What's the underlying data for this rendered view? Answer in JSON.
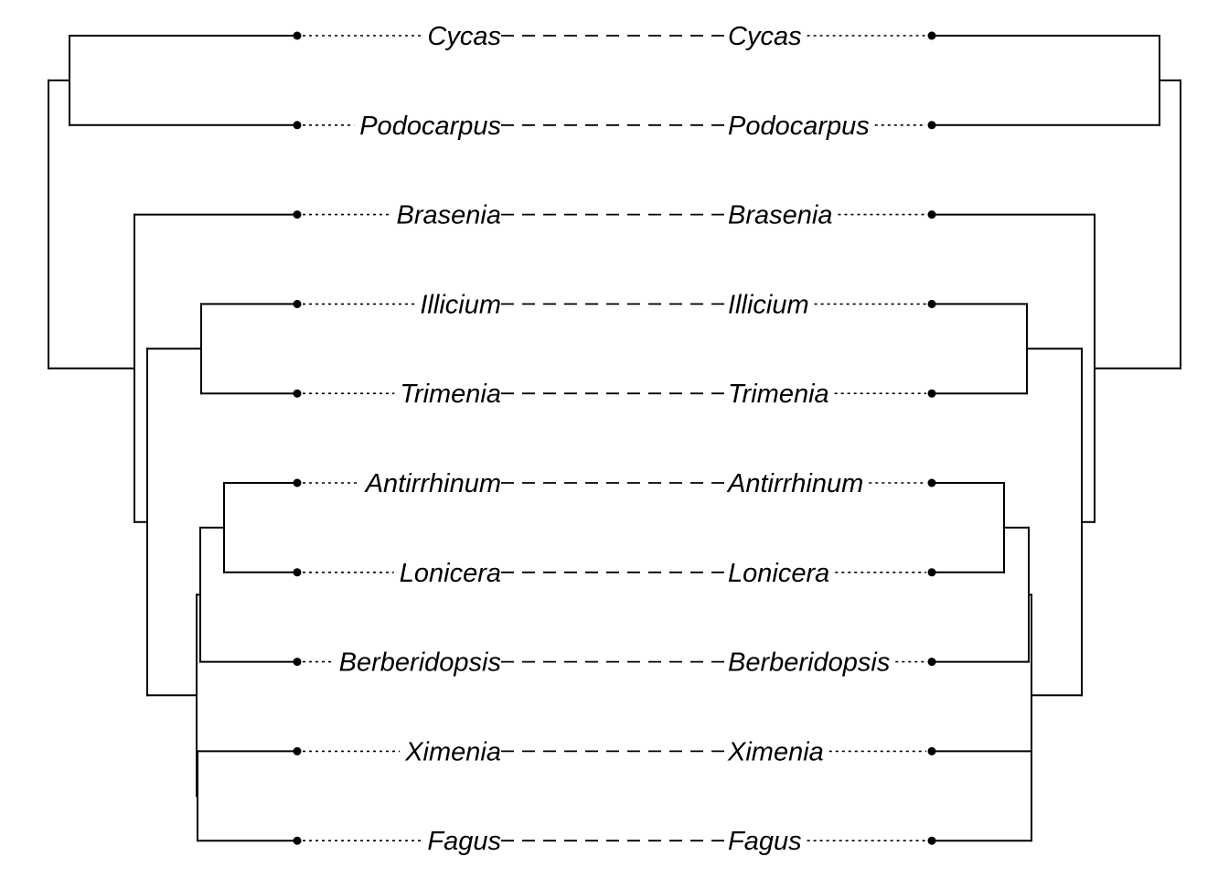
{
  "diagram": {
    "type": "tanglegram",
    "taxa": [
      "Cycas",
      "Podocarpus",
      "Brasenia",
      "Illicium",
      "Trimenia",
      "Antirrhinum",
      "Lonicera",
      "Berberidopsis",
      "Ximenia",
      "Fagus"
    ],
    "left_tree": {
      "taxa": [
        "Cycas",
        "Podocarpus",
        "Brasenia",
        "Illicium",
        "Trimenia",
        "Antirrhinum",
        "Lonicera",
        "Berberidopsis",
        "Ximenia",
        "Fagus"
      ],
      "topology": "((Cycas,Podocarpus),(Brasenia,((Illicium,Trimenia),(((Antirrhinum,Lonicera),Berberidopsis),(Ximenia,Fagus)))))"
    },
    "right_tree": {
      "taxa": [
        "Cycas",
        "Podocarpus",
        "Brasenia",
        "Illicium",
        "Trimenia",
        "Antirrhinum",
        "Lonicera",
        "Berberidopsis",
        "Ximenia",
        "Fagus"
      ],
      "topology": "((Cycas,Podocarpus),(Brasenia,((Illicium,Trimenia),(((Antirrhinum,Lonicera),Berberidopsis),(Ximenia,Fagus)))))"
    },
    "colors": {
      "line": "#000000",
      "background": "#ffffff"
    }
  }
}
